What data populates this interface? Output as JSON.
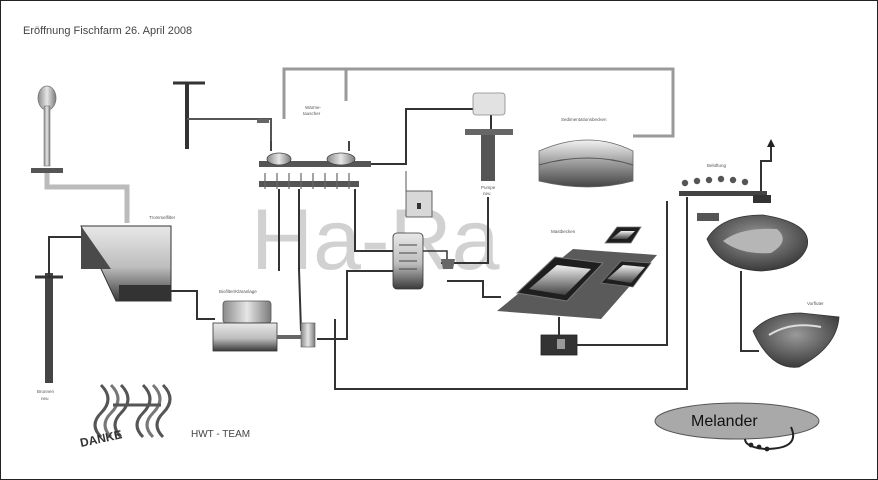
{
  "title": "Eröffnung Fischfarm 26. April 2008",
  "watermark": "Ha-Ra",
  "footer": {
    "team_text": "HWT - TEAM",
    "danke_text": "DANKE",
    "logo_text": "Melander"
  },
  "colors": {
    "pipe": "#2a2a2a",
    "pipe_light": "#9a9a9a",
    "watermark": "#c9c9c9",
    "tank_dark": "#3a3a3a",
    "tank_mid": "#7a7a7a",
    "logo_fill": "#a9a9a9"
  }
}
